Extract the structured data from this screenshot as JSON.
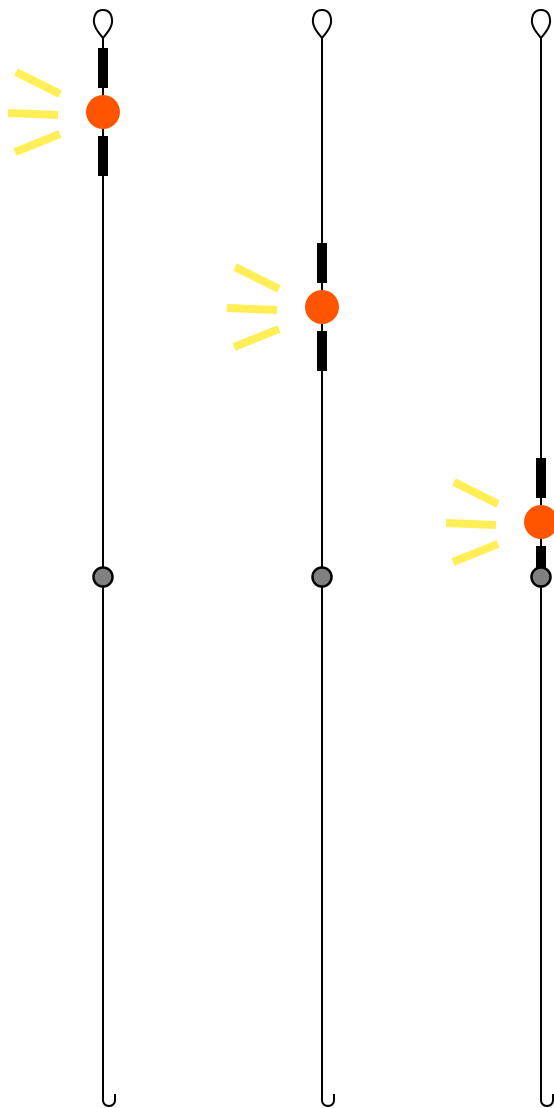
{
  "colors": {
    "background": "#ffffff",
    "line": "#000000",
    "bead": "#ff5500",
    "glow": "#ffee55",
    "swivel": "#808080",
    "stopper": "#000000"
  },
  "rigs": [
    {
      "id": "rig-1",
      "bead_level": "high"
    },
    {
      "id": "rig-2",
      "bead_level": "middle"
    },
    {
      "id": "rig-3",
      "bead_level": "low"
    }
  ]
}
